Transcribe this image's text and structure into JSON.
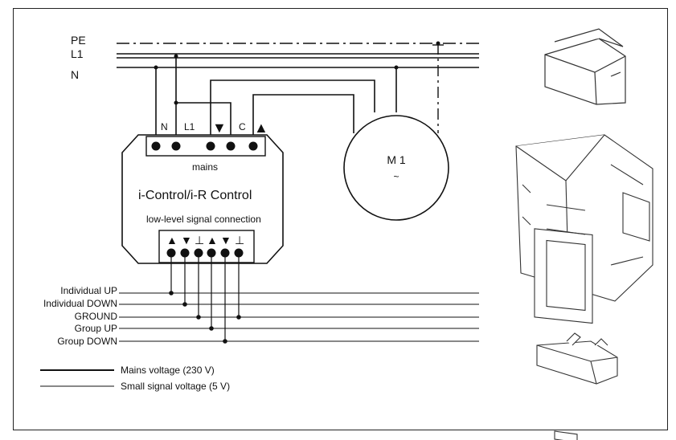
{
  "bus": {
    "pe": "PE",
    "l1": "L1",
    "n": "N"
  },
  "terminals": {
    "n": "N",
    "l1": "L1",
    "down_symbol": "▼",
    "c": "C",
    "up_symbol": "▲"
  },
  "device": {
    "mains": "mains",
    "name": "i-Control/i-R Control",
    "signal_connection": "low-level signal connection",
    "signal_symbols": [
      "▲",
      "▼",
      "⊥",
      "▲",
      "▼",
      "⊥"
    ]
  },
  "motor": {
    "label": "M 1",
    "symbol": "~"
  },
  "signal_lines": [
    "Individual UP",
    "Individual DOWN",
    "GROUND",
    "Group UP",
    "Group DOWN"
  ],
  "legend": {
    "mains": "Mains voltage (230 V)",
    "small": "Small signal voltage (5 V)"
  }
}
